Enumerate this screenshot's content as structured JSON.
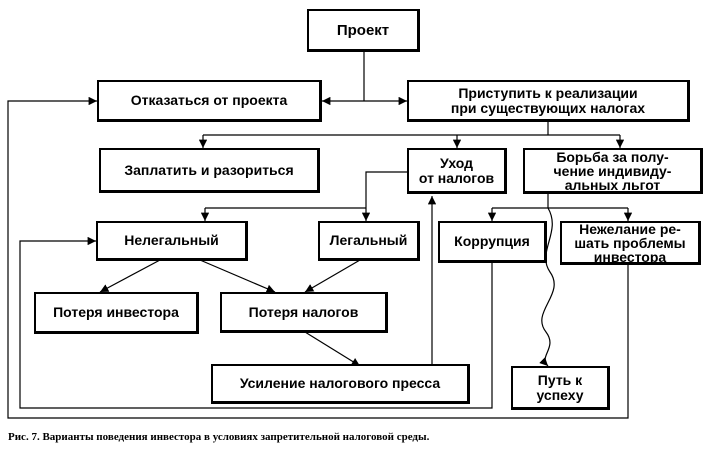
{
  "nodes": {
    "project": "Проект",
    "refuse": "Отказаться от проекта",
    "proceed": "Приступить к реализации\nпри существующих налогах",
    "pay": "Заплатить и разориться",
    "evasion": "Уход\nот налогов",
    "struggle": "Борьба за полу-\nчение индивиду-\nальных льгот",
    "illegal": "Нелегальный",
    "legal": "Легальный",
    "corruption": "Коррупция",
    "unwillingness": "Нежелание ре-\nшать проблемы\nинвестора",
    "investor_loss": "Потеря инвестора",
    "tax_loss": "Потеря налогов",
    "pressure": "Усиление налогового пресса",
    "success": "Путь к\nуспеху"
  },
  "caption": "Рис. 7. Варианты поведения инвестора в условиях запретительной налоговой среды.",
  "colors": {
    "line": "#000000",
    "box_fill": "#ffffff"
  }
}
